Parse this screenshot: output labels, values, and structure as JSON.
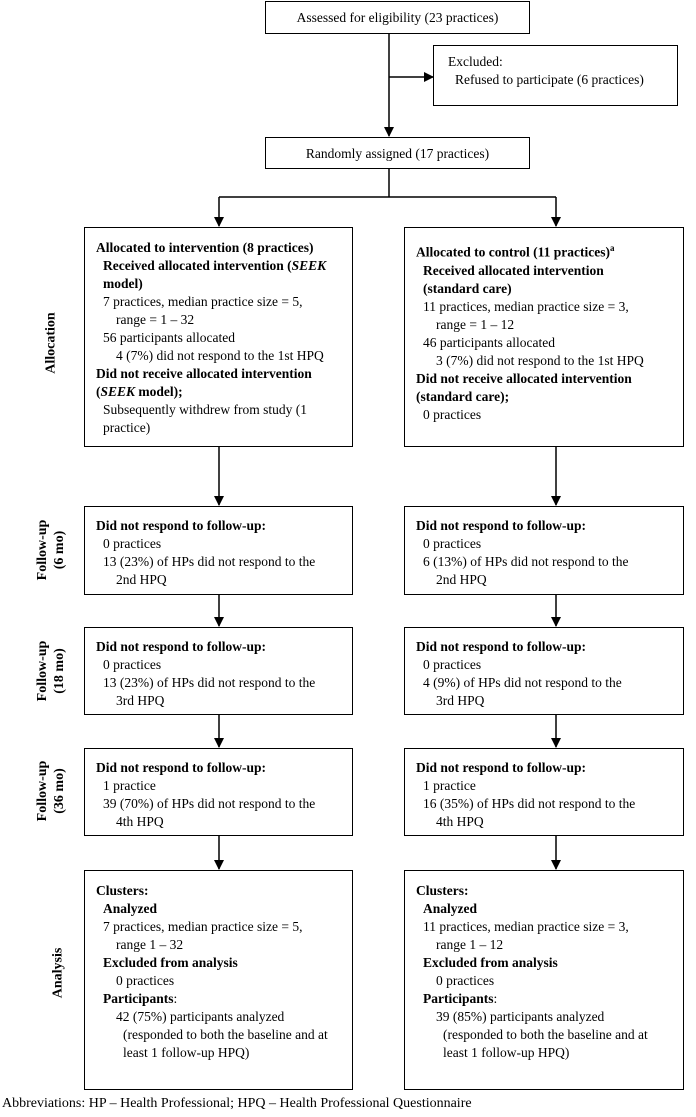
{
  "top": {
    "assessed": "Assessed for eligibility (23 practices)",
    "excluded_title": "Excluded:",
    "excluded_reason": "Refused to participate (6 practices)",
    "randomized": "Randomly assigned (17 practices)"
  },
  "stages": {
    "allocation": "Allocation",
    "followup6_a": "Follow-up",
    "followup6_b": "(6 mo)",
    "followup18_a": "Follow-up",
    "followup18_b": "(18 mo)",
    "followup36_a": "Follow-up",
    "followup36_b": "(36 mo)",
    "analysis": "Analysis"
  },
  "intervention": {
    "alloc": {
      "title": "Allocated to intervention (8 practices)",
      "recv_a": "Received allocated intervention (",
      "recv_seek": "SEEK",
      "recv_b": "model)",
      "prac_a": "7 practices, median practice size = 5,",
      "prac_b": "range = 1 – 32",
      "participants": "56 participants allocated",
      "nonresp": "4 (7%) did not respond to the 1st HPQ",
      "notrecv_a": "Did not receive allocated intervention",
      "notrecv_seek": "SEEK",
      "notrecv_b": "model);",
      "withdrew_a": "Subsequently withdrew from study (1",
      "withdrew_b": "practice)"
    },
    "fu6": {
      "title": "Did not respond to follow-up:",
      "practices": "0 practices",
      "hp_a": "13 (23%) of HPs did not respond to the",
      "hp_b": "2nd HPQ"
    },
    "fu18": {
      "title": "Did not respond to follow-up:",
      "practices": "0 practices",
      "hp_a": "13 (23%) of HPs did not respond to the",
      "hp_b": "3rd HPQ"
    },
    "fu36": {
      "title": "Did not respond to follow-up:",
      "practices": "1 practice",
      "hp_a": "39 (70%) of HPs did not respond to the",
      "hp_b": "4th HPQ"
    },
    "analysis": {
      "clusters": "Clusters:",
      "analyzed": "Analyzed",
      "prac_a": "7 practices, median practice size = 5,",
      "prac_b": "range 1 – 32",
      "excluded": "Excluded from analysis",
      "excluded_val": "0 practices",
      "participants": "Participants",
      "colon": ":",
      "analyzed_n": "42 (75%) participants analyzed",
      "resp_a": "(responded to both the baseline and at",
      "resp_b": "least 1 follow-up HPQ)"
    }
  },
  "control": {
    "alloc": {
      "title": "Allocated to control (11 practices)",
      "sup": "a",
      "recv_a": "Received allocated intervention",
      "recv_b": "(standard care)",
      "prac_a": "11 practices, median practice size = 3,",
      "prac_b": "range = 1 – 12",
      "participants": "46 participants allocated",
      "nonresp": "3 (7%) did not respond to the 1st HPQ",
      "notrecv_a": "Did not receive allocated intervention",
      "notrecv_b": "(standard care);",
      "practices": "0 practices"
    },
    "fu6": {
      "title": "Did not respond to follow-up:",
      "practices": "0 practices",
      "hp_a": "6 (13%) of HPs did not respond to the",
      "hp_b": "2nd HPQ"
    },
    "fu18": {
      "title": "Did not respond to follow-up:",
      "practices": "0 practices",
      "hp_a": "4 (9%) of HPs did not respond to the",
      "hp_b": "3rd HPQ"
    },
    "fu36": {
      "title": "Did not respond to follow-up:",
      "practices": "1 practice",
      "hp_a": "16 (35%) of HPs did not respond to the",
      "hp_b": "4th HPQ"
    },
    "analysis": {
      "clusters": "Clusters:",
      "analyzed": "Analyzed",
      "prac_a": "11 practices, median practice size = 3,",
      "prac_b": "range 1 – 12",
      "excluded": "Excluded from analysis",
      "excluded_val": "0 practices",
      "participants": "Participants",
      "colon": ":",
      "analyzed_n": "39 (85%) participants analyzed",
      "resp_a": "(responded to both the baseline and at",
      "resp_b": "least 1 follow-up HPQ)"
    }
  },
  "footnote": "Abbreviations: HP – Health Professional; HPQ – Health Professional Questionnaire"
}
